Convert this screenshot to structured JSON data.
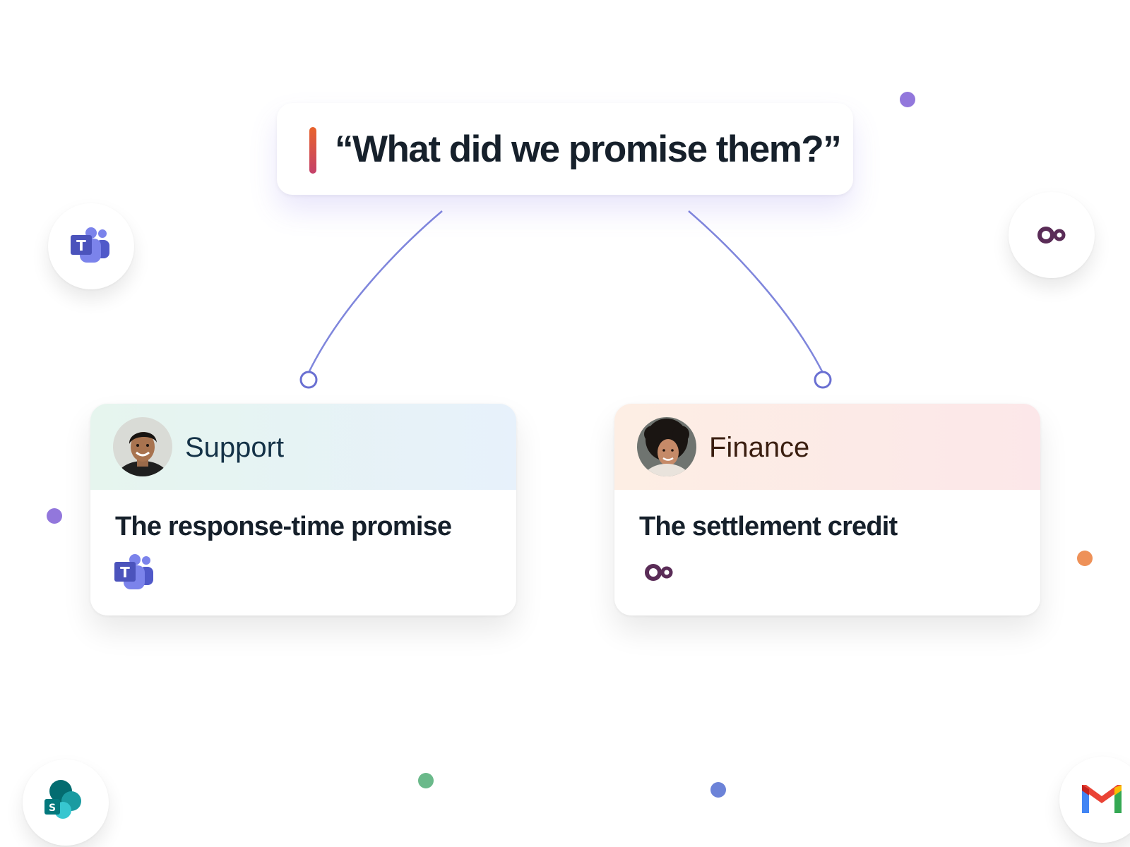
{
  "query": {
    "text": "“What did we promise them?”"
  },
  "cards": [
    {
      "team": "Support",
      "title": "The response-time promise",
      "source_icon": "teams-icon"
    },
    {
      "team": "Finance",
      "title": "The settlement credit",
      "source_icon": "infinity-loop-icon"
    }
  ],
  "apps": [
    "teams-icon",
    "infinity-loop-icon",
    "sharepoint-icon",
    "gmail-icon"
  ],
  "colors": {
    "connector": "#7f86dc",
    "accent_bar_top": "#e8632c",
    "accent_bar_bottom": "#c4416a",
    "support_header": "#e6f5ee",
    "finance_header": "#fdeee4",
    "dot_purple": "#9277dc",
    "dot_orange": "#ee9158",
    "dot_green": "#6ab98a",
    "dot_blue": "#6c83d8"
  }
}
